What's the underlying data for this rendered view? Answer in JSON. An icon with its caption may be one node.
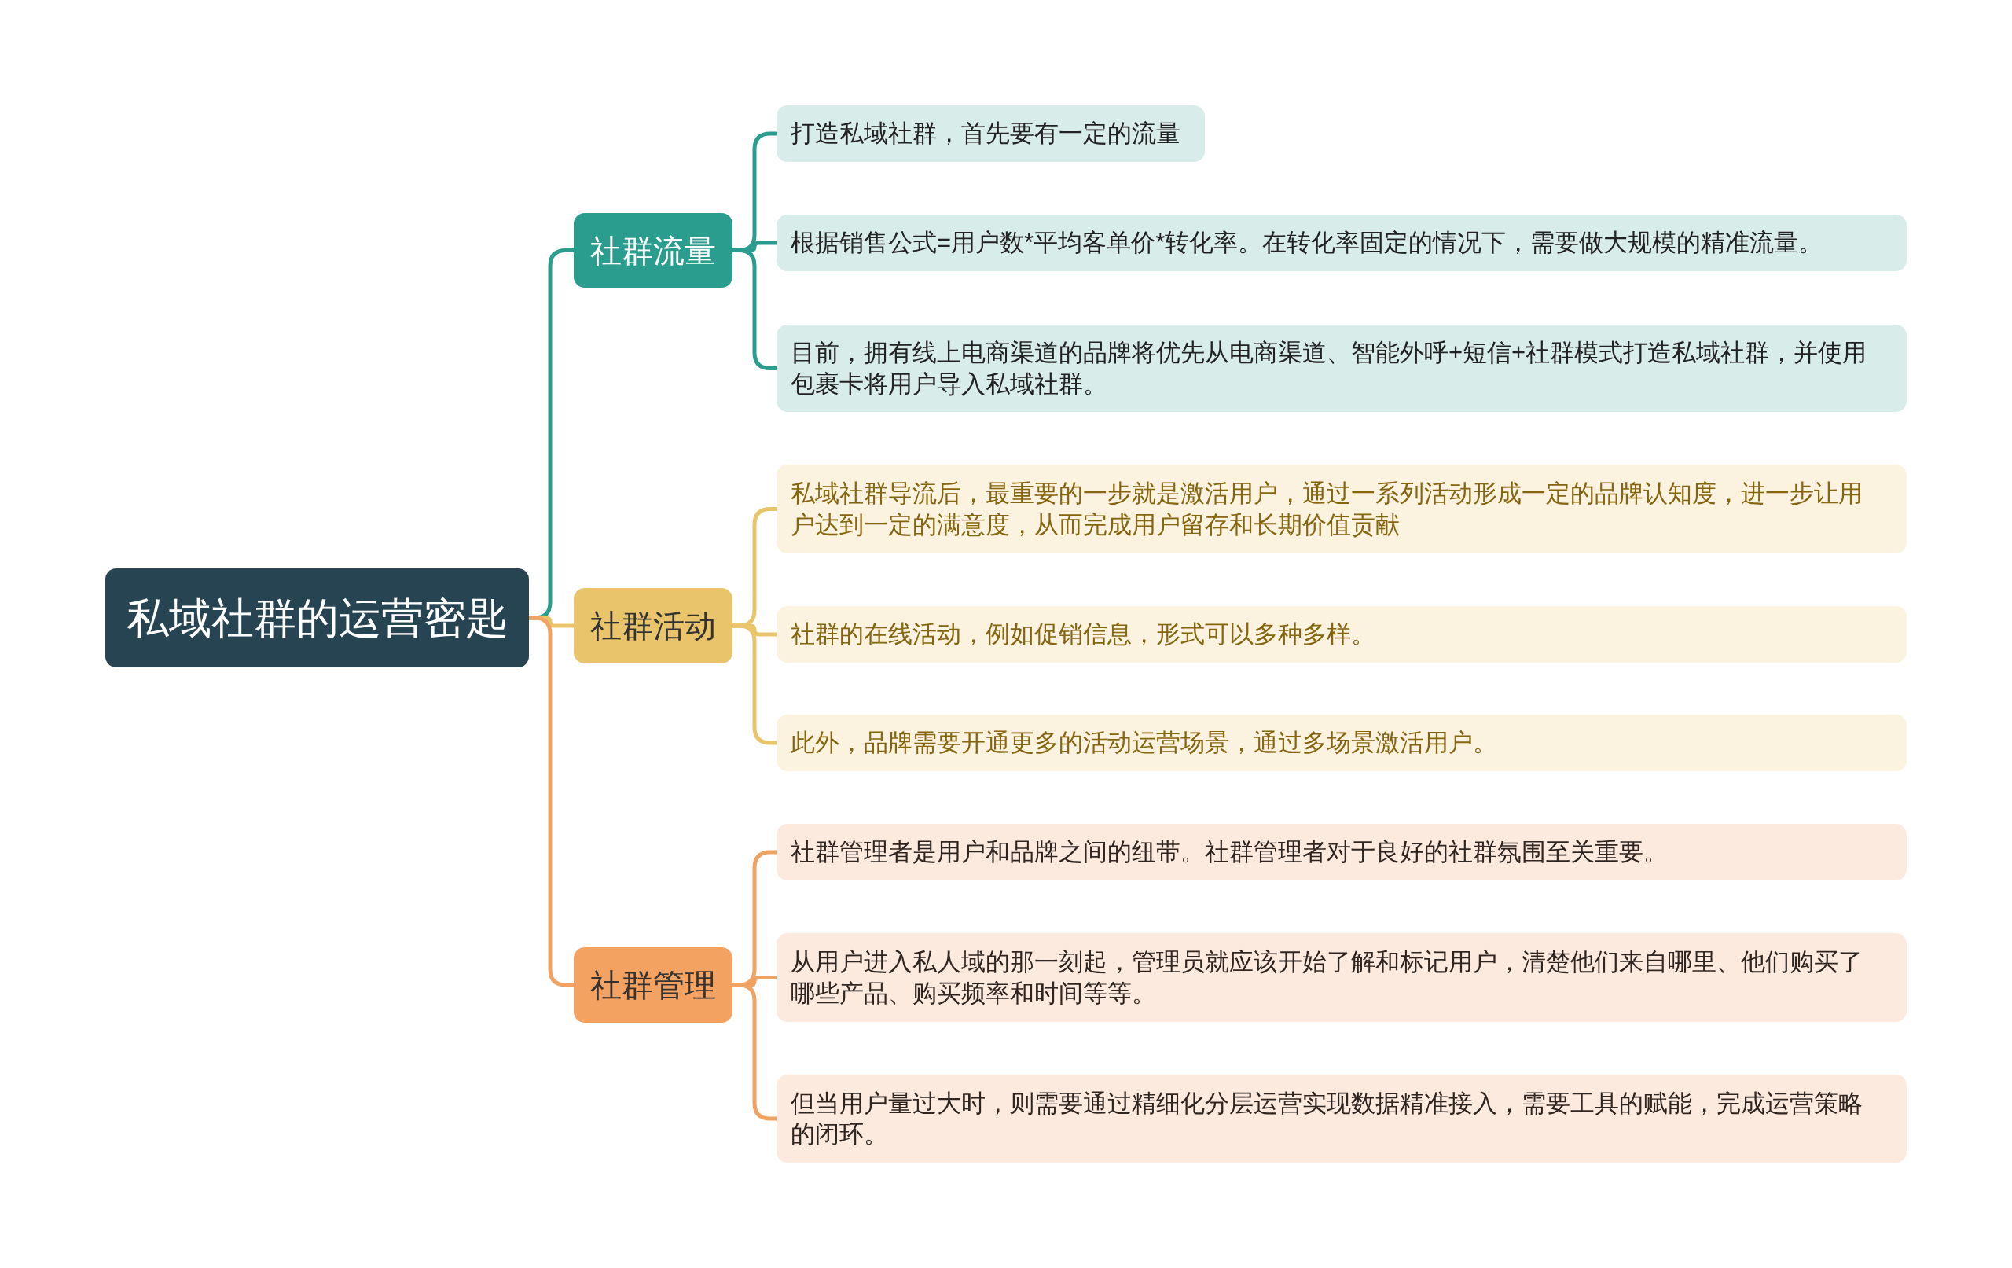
{
  "diagram": {
    "nodes": [
      {
        "text": [
          "私域社群的运营密匙"
        ]
      },
      {
        "text": [
          "社群流量"
        ]
      },
      {
        "text": [
          "打造私域社群，首先要有一定的流量"
        ]
      },
      {
        "text": [
          "根据销售公式=用户数*平均客单价*转化率。在转化率固定的情况下，需要做大规模的精准流量。"
        ]
      },
      {
        "text": [
          "目前，拥有线上电商渠道的品牌将优先从电商渠道、智能外呼+短信+社群模式打造私域社群，并使用包裹卡将用户导入私域社群。"
        ]
      },
      {
        "text": [
          "社群活动"
        ]
      },
      {
        "text": [
          "私域社群导流后，最重要的一步就是激活用户，通过一系列活动形成一定的品牌认知度，进一步让用户达到一定的满意度，从而完成用户留存和长期价值贡献"
        ]
      },
      {
        "text": [
          "社群的在线活动，例如促销信息，形式可以多种多样。"
        ]
      },
      {
        "text": [
          "此外，品牌需要开通更多的活动运营场景，通过多场景激活用户。"
        ]
      },
      {
        "text": [
          "社群管理"
        ]
      },
      {
        "text": [
          "社群管理者是用户和品牌之间的纽带。社群管理者对于良好的社群氛围至关重要。"
        ]
      },
      {
        "text": [
          "从用户进入私人域的那一刻起，管理员就应该开始了解和标记用户，清楚他们来自哪里、他们购买了哪些产品、购买频率和时间等等。"
        ]
      },
      {
        "text": [
          "但当用户量过大时，则需要通过精细化分层运营实现数据精准接入，需要工具的赋能，完成运营策略的闭环。"
        ]
      }
    ],
    "edges": [
      {
        "from": 0,
        "to": 1,
        "arrow": "none",
        "color": "#2a9d8f"
      },
      {
        "from": 1,
        "to": 2,
        "arrow": "none",
        "color": "#2a9d8f"
      },
      {
        "from": 1,
        "to": 3,
        "arrow": "none",
        "color": "#2a9d8f"
      },
      {
        "from": 1,
        "to": 4,
        "arrow": "none",
        "color": "#2a9d8f"
      },
      {
        "from": 0,
        "to": 5,
        "arrow": "none",
        "color": "#e9c46a"
      },
      {
        "from": 5,
        "to": 6,
        "arrow": "none",
        "color": "#e9c46a"
      },
      {
        "from": 5,
        "to": 7,
        "arrow": "none",
        "color": "#e9c46a"
      },
      {
        "from": 5,
        "to": 8,
        "arrow": "none",
        "color": "#e9c46a"
      },
      {
        "from": 0,
        "to": 9,
        "arrow": "none",
        "color": "#f0a262"
      },
      {
        "from": 9,
        "to": 10,
        "arrow": "none",
        "color": "#f0a262"
      },
      {
        "from": 9,
        "to": 11,
        "arrow": "none",
        "color": "#f0a262"
      },
      {
        "from": 9,
        "to": 12,
        "arrow": "none",
        "color": "#f0a262"
      }
    ]
  }
}
